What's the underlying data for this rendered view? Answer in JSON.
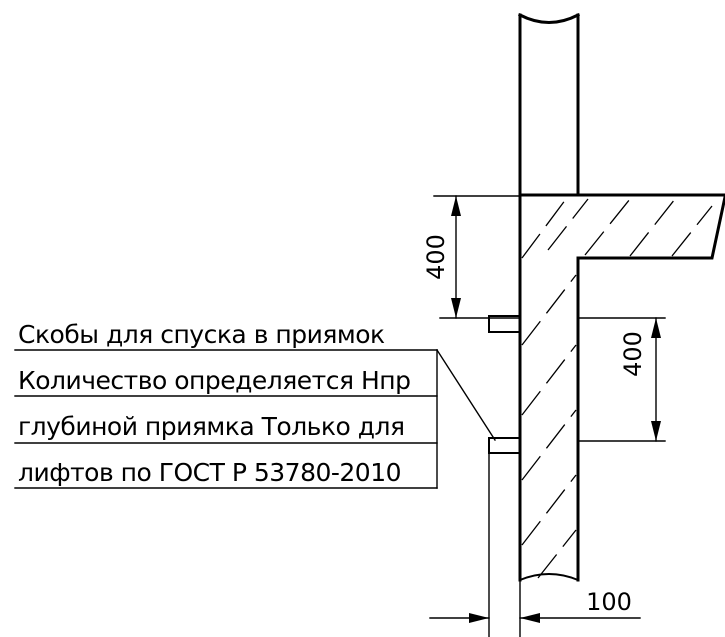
{
  "note": {
    "line1": "Скобы для спуска в приямок",
    "line2": "Количество определяется Нпр",
    "line3": "глубиной приямка  Только для",
    "line4": "лифтов по ГОСТ Р 53780-2010"
  },
  "dimensions": {
    "upper": "400",
    "lower": "400",
    "bottom": "100"
  }
}
